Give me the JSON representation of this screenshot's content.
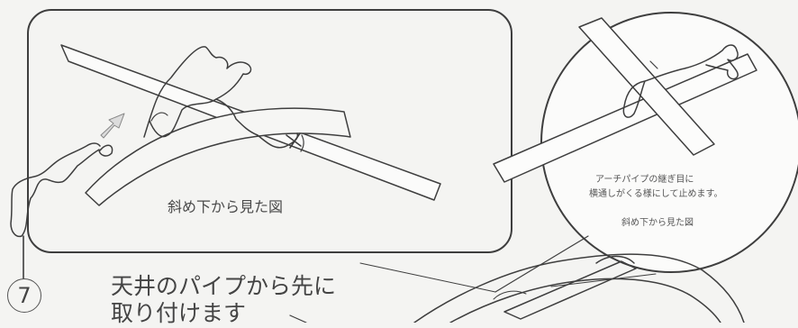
{
  "left_panel": {
    "caption": "斜め下から見た図"
  },
  "circle_detail": {
    "note_line1": "アーチパイプの継ぎ目に",
    "note_line2": "横通しがくる様にして止めます。",
    "caption": "斜め下から見た図"
  },
  "step": {
    "number": "7",
    "instruction_line1": "天井のパイプから先に",
    "instruction_line2": "取り付けます"
  }
}
